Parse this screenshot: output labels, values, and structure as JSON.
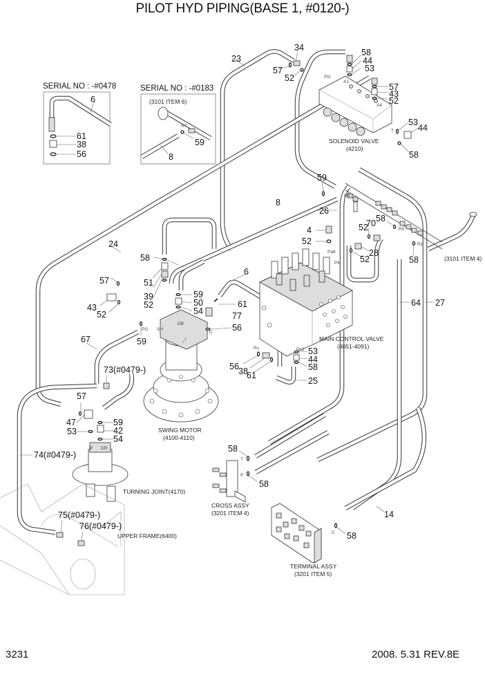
{
  "header": {
    "title": "PILOT HYD PIPING(BASE 1,  #0120-)"
  },
  "footer": {
    "page_number": "3231",
    "revision": "2008. 5.31  REV.8E"
  },
  "insets": [
    {
      "heading": "SERIAL NO : -#0478",
      "callouts": [
        "6",
        "61",
        "38",
        "56"
      ]
    },
    {
      "heading": "SERIAL NO : -#0183",
      "note": "(3101 ITEM 6)",
      "port": "R7",
      "callouts": [
        "59",
        "8"
      ]
    }
  ],
  "components": {
    "solenoid_valve": {
      "name": "SOLENOID VALVE",
      "code": "(4210)"
    },
    "main_control_valve": {
      "name": "MAIN CONTROL VALVE",
      "code": "(4051-4091)"
    },
    "swing_motor": {
      "name": "SWING MOTOR",
      "code": "(4100-4110)"
    },
    "turning_joint": {
      "name": "TURNING JOINT(4170)"
    },
    "upper_frame": {
      "name": "UPPER FRAME(6400)"
    },
    "cross_assy": {
      "name": "CROSS ASSY",
      "code": "(3201 ITEM 4)"
    },
    "terminal_assy": {
      "name": "TERMINAL ASSY",
      "code": "(3201 ITEM 5)"
    },
    "item4_ref": {
      "name": "(3101 ITEM 4)"
    }
  },
  "ports": {
    "pg_sol": "PG",
    "a1": "A1",
    "a4": "A4",
    "t_sol": "T",
    "r6": "R6",
    "r5": "R5",
    "r1": "R1",
    "patt": "Patt",
    "ptr": "Ptr",
    "sh": "SH",
    "pg_sw": "PG",
    "db": "DB",
    "c_sw": "C",
    "rs": "Rs",
    "pc3": "Pc3",
    "p_tj": "P",
    "dr_tj": "DR",
    "t_cross": "T",
    "p_cross": "P",
    "c_term": "C"
  },
  "callouts": {
    "c23": "23",
    "c34": "34",
    "c57a": "57",
    "c52a": "52",
    "c58a": "58",
    "c44a": "44",
    "c53a": "53",
    "c57b": "57",
    "c43a": "43",
    "c52b": "52",
    "c53b": "53",
    "c44b": "44",
    "c58b": "58",
    "c59a": "59",
    "c8": "8",
    "c26": "26",
    "c4": "4",
    "c52c": "52",
    "c70": "70",
    "c58c": "58",
    "c52d": "52",
    "c28": "28",
    "c52e": "52",
    "c58d": "58",
    "c24": "24",
    "c58e": "58",
    "c57c": "57",
    "c51": "51",
    "c43b": "43",
    "c39": "39",
    "c52f": "52",
    "c52g": "52",
    "c59b": "59",
    "c50": "50",
    "c54a": "54",
    "c61a": "61",
    "c77": "77",
    "c56a": "56",
    "c6": "6",
    "c59c": "59",
    "c67": "67",
    "c64": "64",
    "c27": "27",
    "c53c": "53",
    "c44c": "44",
    "c58f": "58",
    "c25": "25",
    "c56b": "56",
    "c38": "38",
    "c61b": "61",
    "c73": "73(#0479-)",
    "c57d": "57",
    "c47": "47",
    "c53d": "53",
    "c59d": "59",
    "c42": "42",
    "c54b": "54",
    "c74": "74(#0479-)",
    "c75": "75(#0479-)",
    "c76": "76(#0479-)",
    "c58g": "58",
    "c58h": "58",
    "c14": "14",
    "c58i": "58"
  }
}
